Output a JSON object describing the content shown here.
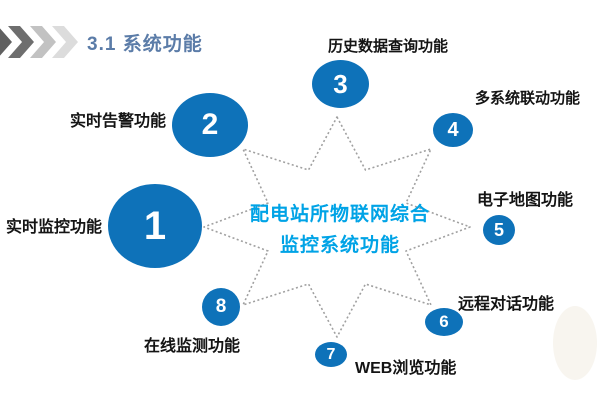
{
  "header": {
    "title": "3.1 系统功能"
  },
  "center": {
    "line1": "配电站所物联网综合",
    "line2": "监控系统功能"
  },
  "items": [
    {
      "num": "1",
      "label": "实时监控功能"
    },
    {
      "num": "2",
      "label": "实时告警功能"
    },
    {
      "num": "3",
      "label": "历史数据查询功能"
    },
    {
      "num": "4",
      "label": "多系统联动功能"
    },
    {
      "num": "5",
      "label": "电子地图功能"
    },
    {
      "num": "6",
      "label": "远程对话功能"
    },
    {
      "num": "7",
      "label": "WEB浏览功能"
    },
    {
      "num": "8",
      "label": "在线监测功能"
    }
  ],
  "colors": {
    "circle_blue": "#0e72b9",
    "center_text_cyan": "#00a3e6",
    "title_slate_blue": "#5b7ca8",
    "star_outline_gray": "#a0a0a0",
    "label_black": "#141414"
  }
}
